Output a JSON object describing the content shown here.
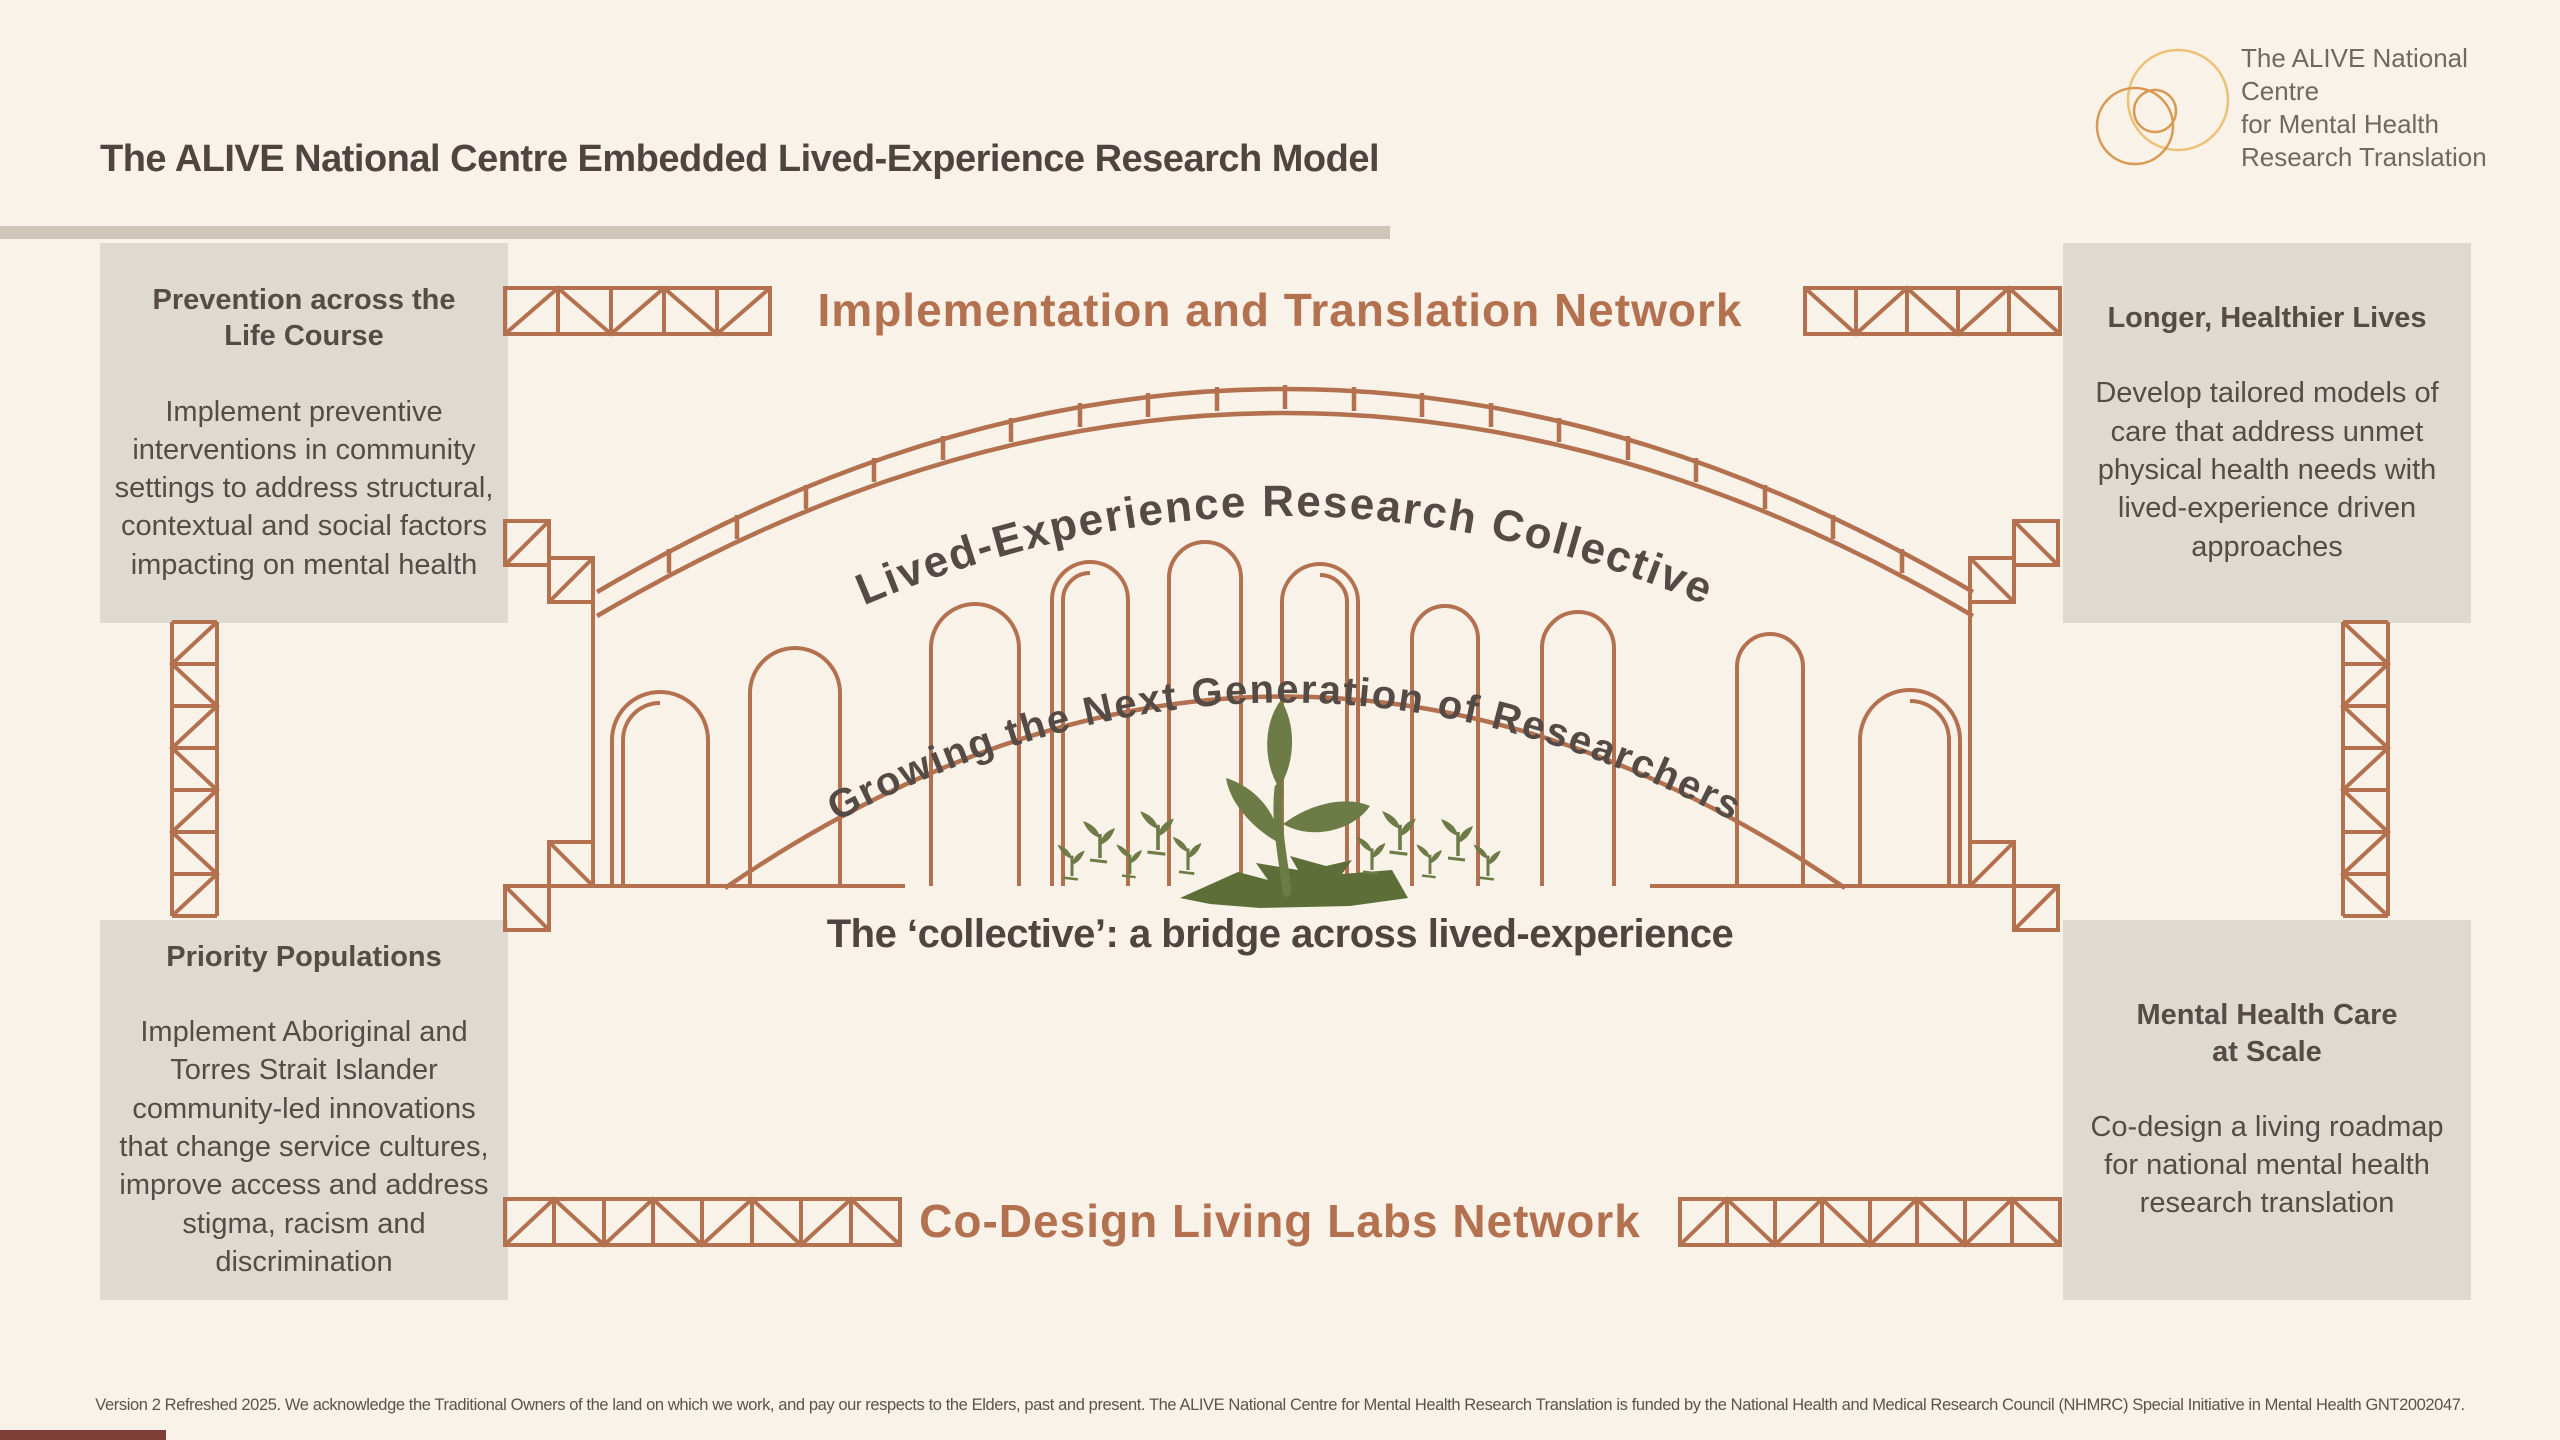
{
  "header": {
    "title": "The ALIVE National Centre Embedded Lived-Experience Research Model",
    "logo": {
      "line1": "The ALIVE National Centre",
      "line2": "for Mental Health",
      "line3": "Research Translation"
    }
  },
  "networks": {
    "top": "Implementation and Translation Network",
    "bottom": "Co-Design Living Labs Network"
  },
  "bridge": {
    "arc_top": "Lived-Experience Research Collective",
    "arc_middle": "Growing the Next Generation of Researchers",
    "caption": "The ‘collective’: a bridge across lived-experience"
  },
  "boxes": {
    "top_left": {
      "heading": "Prevention across the Life Course",
      "body": "Implement preventive interventions in community settings to address structural, contextual and social factors impacting on mental health"
    },
    "top_right": {
      "heading": "Longer, Healthier Lives",
      "body": "Develop tailored models of care that address unmet physical health needs with lived-experience driven approaches"
    },
    "bottom_left": {
      "heading": "Priority Populations",
      "body": "Implement Aboriginal and Torres Strait Islander community-led innovations that change service cultures, improve access and address stigma, racism and discrimination"
    },
    "bottom_right": {
      "heading": "Mental Health Care at Scale",
      "body": "Co-design a living roadmap for national mental health research translation"
    }
  },
  "footer": {
    "text": "Version 2 Refreshed 2025. We acknowledge the Traditional Owners of the land on which we work, and pay our respects to the Elders, past and present. The ALIVE National Centre for Mental Health Research Translation is funded by the National Health and Medical Research Council (NHMRC) Special Initiative in Mental Health GNT2002047."
  },
  "colors": {
    "background": "#f8f2e8",
    "box_background": "#dedad2",
    "terracotta": "#b3714f",
    "text_dark": "#564c46",
    "plant_green": "#6d7c46",
    "plant_green_dark": "#5d6e38",
    "logo_gold": "#ecc178",
    "logo_orange": "#d89a52",
    "underline_gray": "#cdc6b9",
    "corner_maroon": "#7c4036"
  }
}
